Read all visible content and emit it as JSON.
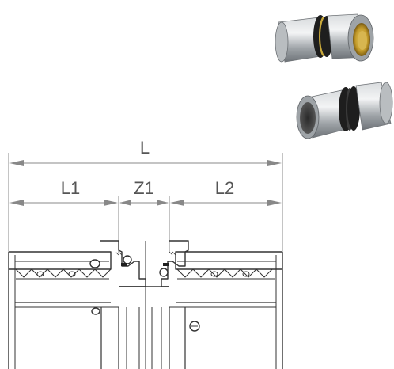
{
  "dimensions": {
    "overall_label": "L",
    "left_label": "L1",
    "middle_label": "Z1",
    "right_label": "L2"
  },
  "photos": [
    {
      "name": "reducer-coupling-photo-brass-inner"
    },
    {
      "name": "reducer-coupling-photo-black-inner"
    }
  ],
  "colors": {
    "dimension_line": "#888888",
    "drawing_stroke": "#333333",
    "steel": "#a9adb0",
    "brass": "#c9a93b",
    "ring_black": "#1e1e1e"
  }
}
